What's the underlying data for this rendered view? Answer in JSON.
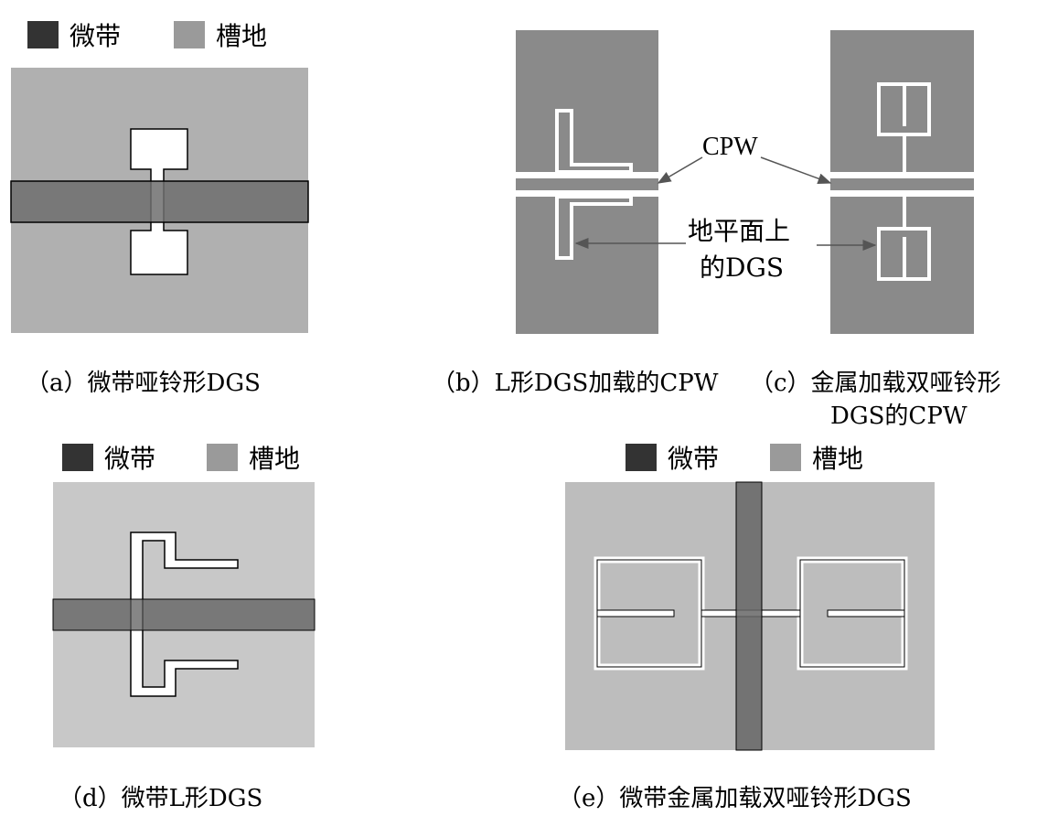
{
  "colors": {
    "microstrip": "#333333",
    "slot_ground": "#9a9a9a",
    "ground_light": "#c4c4c4",
    "cpw_ground": "#8a8a8a",
    "microstrip_e": "#6e6e6e"
  },
  "legends": {
    "top": {
      "microstrip": "微带",
      "slot_ground": "槽地"
    },
    "middle_left": {
      "microstrip": "微带",
      "slot_ground": "槽地"
    },
    "middle_right": {
      "microstrip": "微带",
      "slot_ground": "槽地"
    }
  },
  "annotations": {
    "cpw": "CPW",
    "dgs_line1": "地平面上",
    "dgs_line2": "的DGS"
  },
  "captions": {
    "a": "（a）微带哑铃形DGS",
    "b": "（b）L形DGS加载的CPW",
    "c_line1": "（c）金属加载双哑铃形",
    "c_line2": "DGS的CPW",
    "d": "（d）微带L形DGS",
    "e": "（e）微带金属加载双哑铃形DGS"
  }
}
